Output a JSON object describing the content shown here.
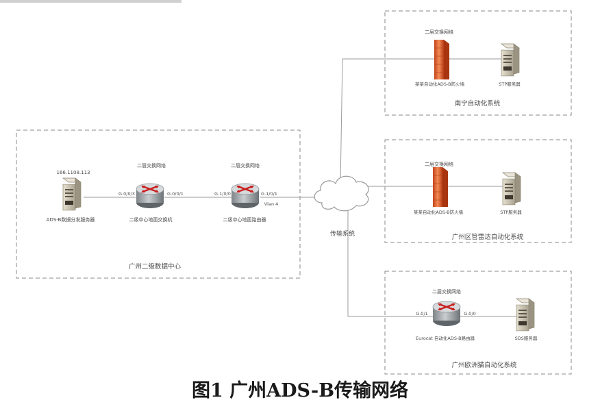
{
  "header_text": "",
  "regions": {
    "guangzhou": {
      "title": "广州二级数据中心",
      "server": {
        "ip": "166.1108.113",
        "label": "ADS-B数据分发服务器"
      },
      "router_a": {
        "zone": "二层交换网络",
        "label": "二级中心地面交换机",
        "port_left": "G.0/0/3",
        "port_right": "G.0/0/1"
      },
      "router_b": {
        "zone": "二层交换网络",
        "label": "二级中心地面路由器",
        "port_left": "G.1/0/0",
        "port_right": "G.1/0/1",
        "vlan": "Vlan 4"
      }
    },
    "nanning": {
      "title": "南宁自动化系统",
      "zone": "二层交换网络",
      "firewall_label": "某某自动化ADS-B防火墙",
      "server_label": "STP服务器"
    },
    "guangzhou_area": {
      "title": "广州区管雷达自动化系统",
      "zone": "二层交换网络",
      "firewall_label": "某某自动化ADS-B防火墙",
      "server_label": "STP服务器"
    },
    "europe": {
      "title": "广州欧洲猫自动化系统",
      "zone": "二层交换网络",
      "router_label": "Eurocat 自动化ADS-B路由器",
      "port_left": "G.0/1",
      "port_right": "G.0/0",
      "server_label": "SDS服务器"
    }
  },
  "transport": {
    "label": "传输系统"
  },
  "caption": "图1   广州ADS-B传输网络",
  "colors": {
    "line": "#9a9a9a",
    "dash": "#8a8a8a",
    "router": "#9ea3a6",
    "arrow": "#c81e1e",
    "firewall": "#e3683a",
    "server": "#cfc7b4"
  }
}
